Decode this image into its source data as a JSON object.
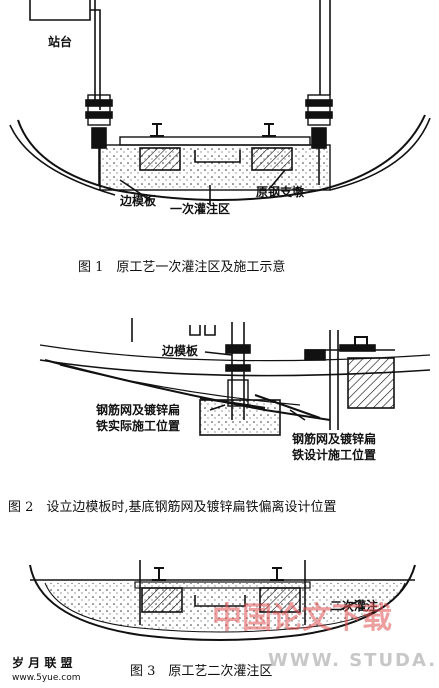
{
  "figures": [
    {
      "caption": "图 1　原工艺一次灌注区及施工示意",
      "labels": {
        "platform": "站台",
        "side_formwork": "边模板",
        "pour_zone": "一次灌注区",
        "steel_support": "原钢支墩"
      }
    },
    {
      "caption": "图 2　设立边模板时,基底钢筋网及镀锌扁铁偏离设计位置",
      "labels": {
        "side_formwork": "边模板",
        "actual_line1": "钢筋网及镀锌扁",
        "actual_line2": "铁实际施工位置",
        "design_line1": "钢筋网及镀锌扁",
        "design_line2": "铁设计施工位置"
      }
    },
    {
      "caption": "图 3　原工艺二次灌注区",
      "labels": {
        "pour_zone": "二次灌注"
      }
    }
  ],
  "watermarks": {
    "left_logo": "岁 月 联 盟",
    "left_url": "www.5yue.com",
    "right_cn": "中国论文下载",
    "right_url": "WWW. STUDA."
  },
  "colors": {
    "line": "#111111",
    "watermark_red": "#e05050",
    "watermark_gray": "#9a9a9a"
  }
}
